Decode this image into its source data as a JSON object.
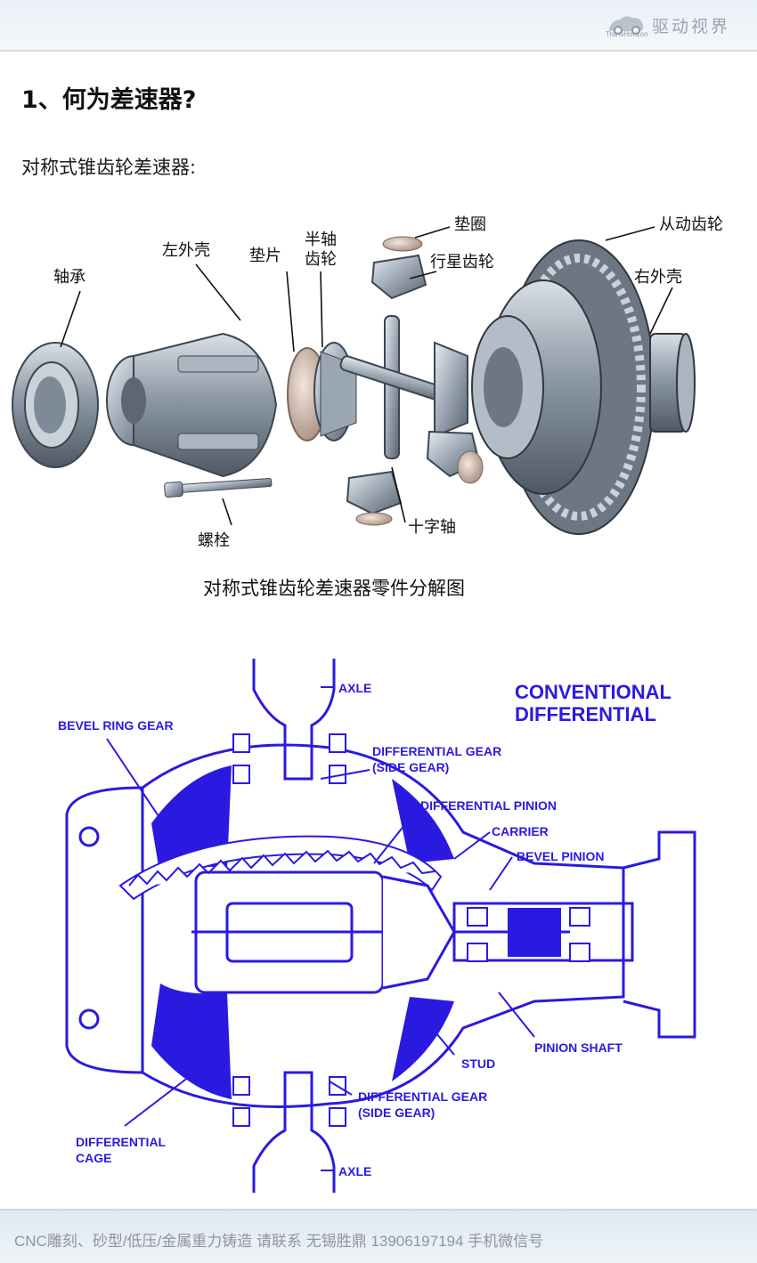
{
  "header": {
    "brand_name": "驱动视界",
    "brand_sub": "TransHorizon",
    "brand_icon": "car-cloud-logo"
  },
  "article": {
    "heading": "1、何为差速器?",
    "subheading": "对称式锥齿轮差速器:"
  },
  "figure1": {
    "caption": "对称式锥齿轮差速器零件分解图",
    "labels": {
      "bearing": "轴承",
      "left_case": "左外壳",
      "washer": "垫片",
      "side_gear": "半轴\n齿轮",
      "side_gear_line1": "半轴",
      "side_gear_line2": "齿轮",
      "shim": "垫圈",
      "planet_gear": "行星齿轮",
      "driven_gear": "从动齿轮",
      "right_case": "右外壳",
      "bolt": "螺栓",
      "cross_shaft": "十字轴"
    }
  },
  "figure2": {
    "title_line1": "CONVENTIONAL",
    "title_line2": "DIFFERENTIAL",
    "labels": {
      "axle_top": "AXLE",
      "bevel_ring_gear": "BEVEL RING GEAR",
      "diff_gear_top_1": "DIFFERENTIAL GEAR",
      "diff_gear_top_2": "(SIDE GEAR)",
      "diff_pinion": "DIFFERENTIAL PINION",
      "carrier": "CARRIER",
      "bevel_pinion": "BEVEL PINION",
      "pinion_shaft": "PINION SHAFT",
      "stud": "STUD",
      "diff_gear_bot_1": "DIFFERENTIAL GEAR",
      "diff_gear_bot_2": "(SIDE GEAR)",
      "diff_cage_1": "DIFFERENTIAL",
      "diff_cage_2": "CAGE",
      "axle_bottom": "AXLE"
    },
    "ink_color": "#2a1ae0"
  },
  "footer": {
    "text": "CNC雕刻、砂型/低压/金属重力铸造 请联系 无锡胜鼎 13906197194 手机微信号"
  }
}
